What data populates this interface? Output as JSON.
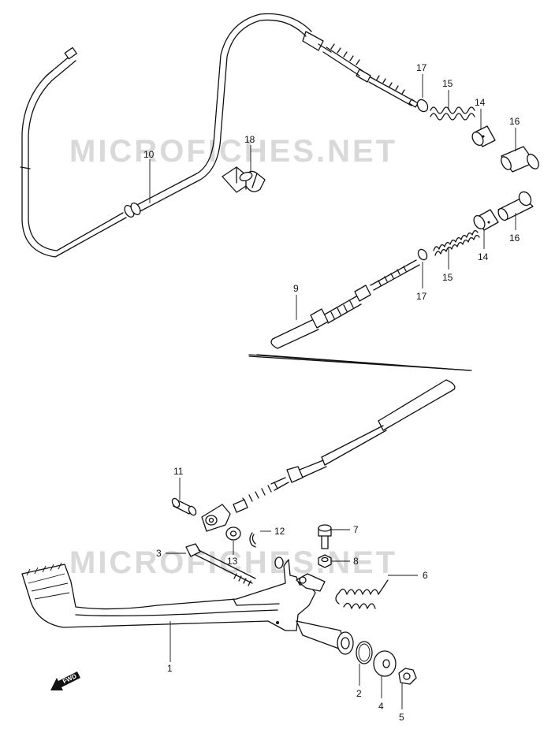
{
  "watermark": "MICROFICHES.NET",
  "fwd_label": "FWD",
  "callouts": {
    "c1": "1",
    "c2": "2",
    "c3": "3",
    "c4": "4",
    "c5": "5",
    "c6": "6",
    "c7": "7",
    "c8": "8",
    "c9": "9",
    "c10": "10",
    "c11": "11",
    "c12": "12",
    "c13": "13",
    "c14_top": "14",
    "c14_bot": "14",
    "c15_top": "15",
    "c15_bot": "15",
    "c16_top": "16",
    "c16_bot": "16",
    "c17_top": "17",
    "c17_bot": "17",
    "c18": "18"
  }
}
